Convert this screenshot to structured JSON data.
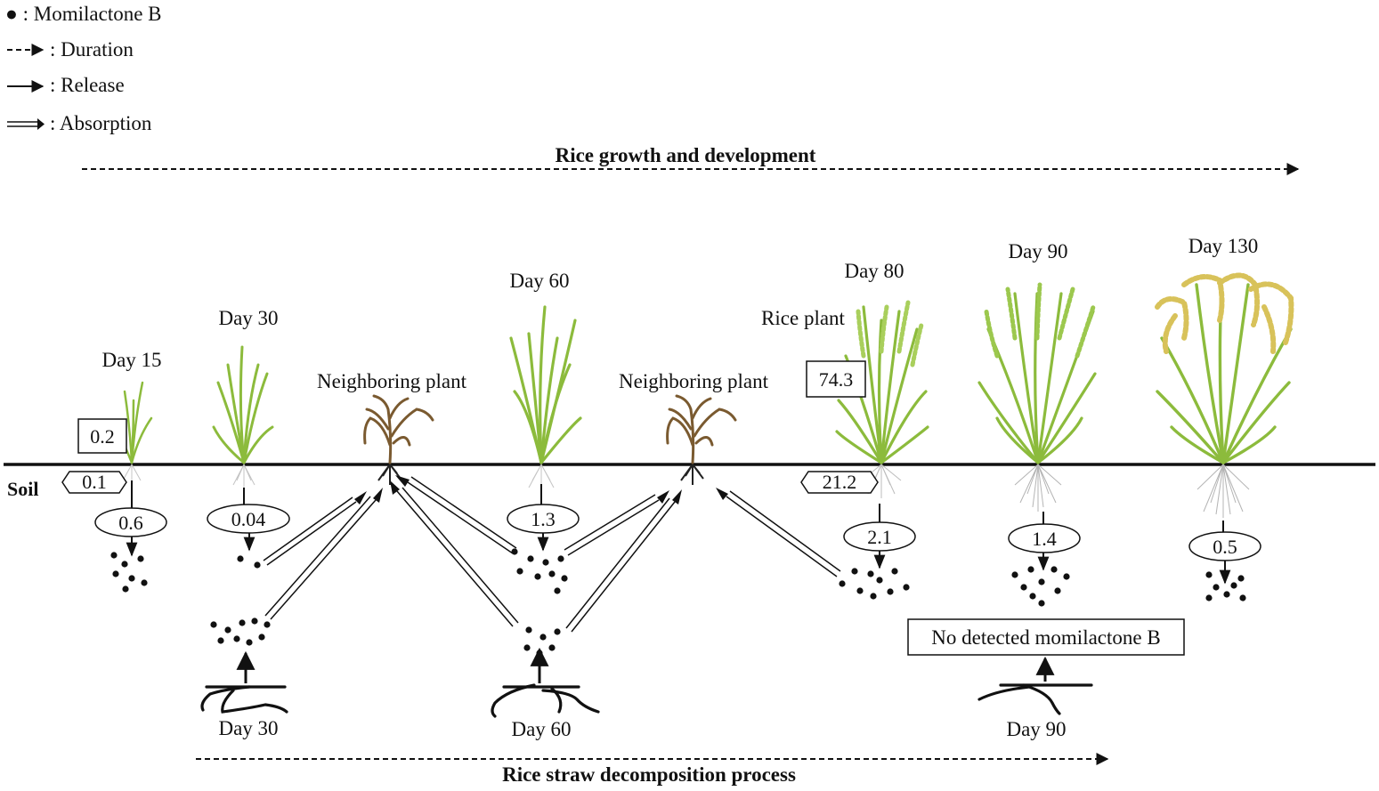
{
  "legend": {
    "momilactone": "● : Momilactone B",
    "duration": ": Duration",
    "release": ": Release",
    "absorption": ": Absorption"
  },
  "top_title": "Rice growth and development",
  "bottom_title": "Rice straw decomposition process",
  "soil_label": "Soil",
  "neighbor_label": "Neighboring plant",
  "rice_plant_label": "Rice plant",
  "plants": [
    {
      "day": "Day 15",
      "above": "0.2",
      "surface": "0.1",
      "soil": "0.6"
    },
    {
      "day": "Day 30",
      "soil": "0.04"
    },
    {
      "day": "Day 60",
      "soil": "1.3"
    },
    {
      "day": "Day 80",
      "above": "74.3",
      "surface": "21.2",
      "soil": "2.1"
    },
    {
      "day": "Day 90",
      "soil": "1.4"
    },
    {
      "day": "Day 130",
      "soil": "0.5"
    }
  ],
  "straw": [
    {
      "day": "Day 30"
    },
    {
      "day": "Day 60"
    },
    {
      "day": "Day 90"
    }
  ],
  "no_detected": "No detected momilactone B",
  "colors": {
    "leaf": "#8cbb3c",
    "leaf_dark": "#5f8f26",
    "grain": "#d8c25a",
    "neighbor": "#7a5a30",
    "root": "#b9b9b9",
    "ink": "#111111"
  }
}
